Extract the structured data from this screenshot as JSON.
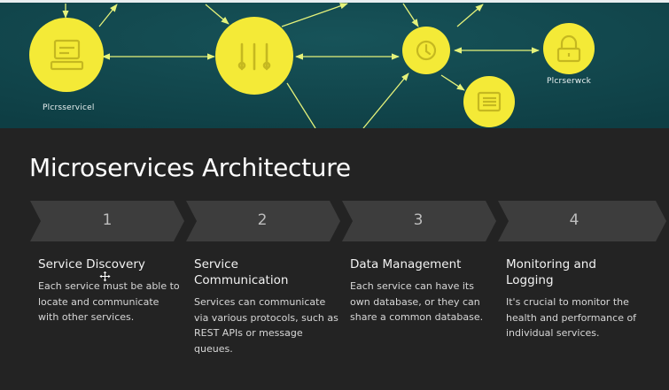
{
  "diagram": {
    "labels": {
      "left_service": "Plcrsservicel",
      "right_service": "Plcrserwck"
    }
  },
  "title": "Microservices Architecture",
  "steps": [
    {
      "number": "1",
      "title": "Service Discovery",
      "body": "Each service must be able to locate and communicate with other services."
    },
    {
      "number": "2",
      "title": "Service Communication",
      "body": "Services can communicate via various protocols, such as REST APIs or message queues."
    },
    {
      "number": "3",
      "title": "Data Management",
      "body": "Each service can have its own database, or they can share a common database."
    },
    {
      "number": "4",
      "title": "Monitoring and Logging",
      "body": "It's crucial to monitor the health and performance of individual services."
    }
  ],
  "colors": {
    "hero_background": "#12474d",
    "node_yellow": "#f4ea37",
    "arrow": "#e5f27a",
    "chevron": "#3d3d3d",
    "page_background": "#232323"
  },
  "icons": [
    "server-icon",
    "sliders-icon",
    "clock-icon",
    "lock-icon",
    "list-icon",
    "move-cursor-icon"
  ]
}
